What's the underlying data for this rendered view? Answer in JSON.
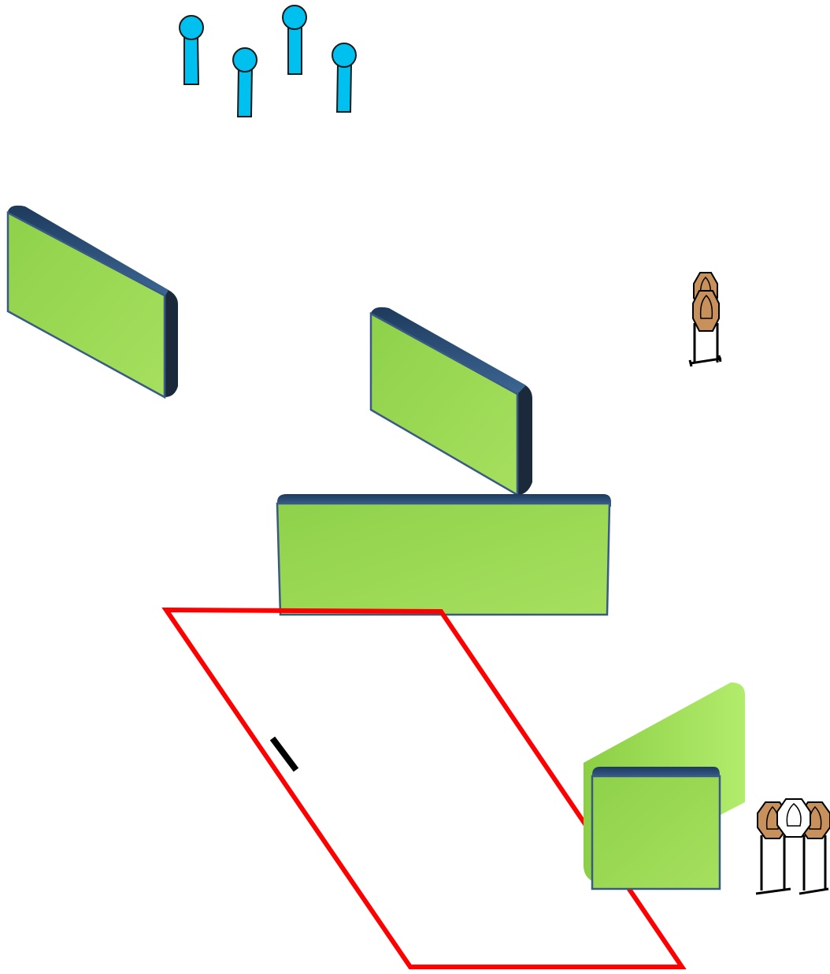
{
  "diagram": {
    "colors": {
      "background": "#ffffff",
      "barrier_face": "#9ad752",
      "barrier_face_light": "#aee866",
      "barrier_edge": "#2f4f7a",
      "barrier_thickness": "#1b2a3a",
      "shooting_area": "#ff0000",
      "popper": "#00c0f0",
      "target_paper": "#c8905a",
      "no_shoot_paper": "#ffffff",
      "target_stand": "#000000",
      "start_marker": "#000000"
    },
    "icons": {
      "popper": "steel-popper-icon",
      "target": "cardboard-target-icon",
      "no_shoot": "no-shoot-target-icon",
      "start": "start-position-marker"
    },
    "counts": {
      "poppers": 4,
      "paper_targets": 4,
      "no_shoot_targets": 1,
      "barriers": 4
    }
  }
}
